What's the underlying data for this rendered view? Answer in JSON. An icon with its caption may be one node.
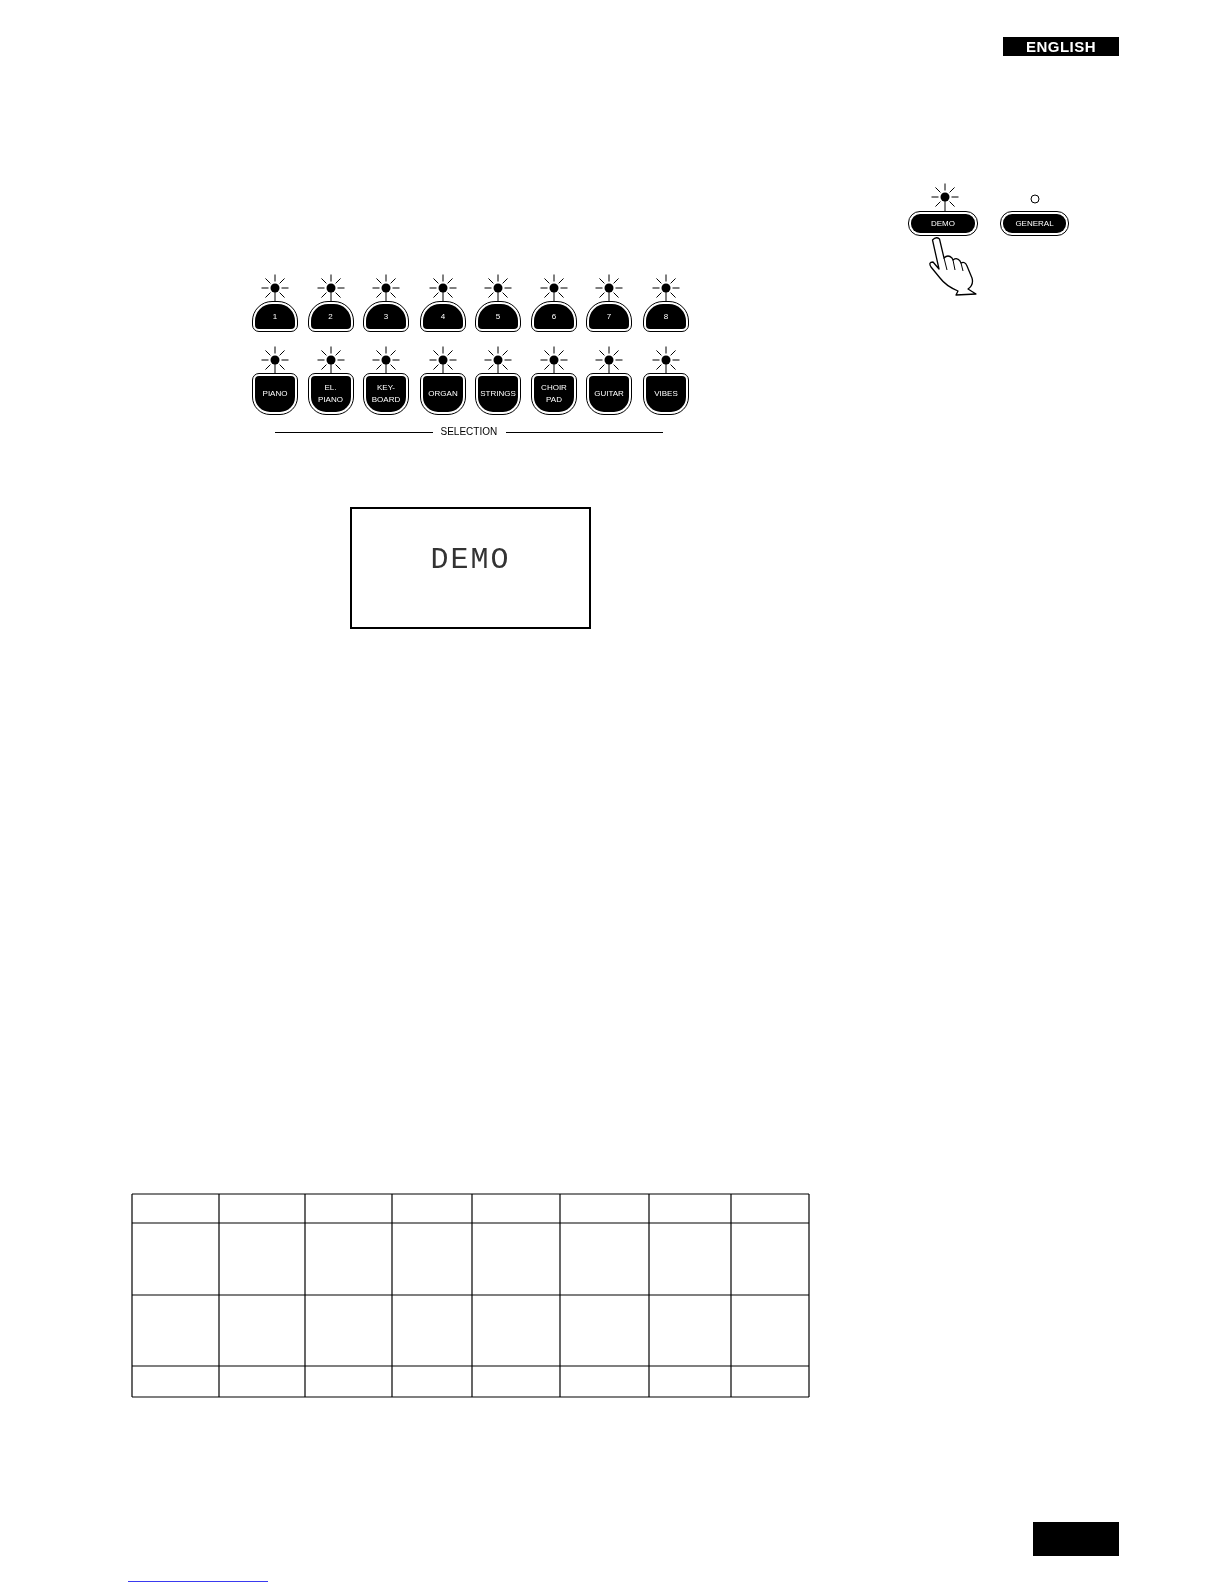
{
  "diagram": {
    "nodes": [
      {
        "text": [
          "ENGLISH"
        ]
      },
      {
        "text": [
          "DEMO"
        ]
      },
      {
        "text": [
          "GENERAL"
        ]
      },
      {
        "text": [
          "1"
        ]
      },
      {
        "text": [
          "2"
        ]
      },
      {
        "text": [
          "3"
        ]
      },
      {
        "text": [
          "4"
        ]
      },
      {
        "text": [
          "5"
        ]
      },
      {
        "text": [
          "6"
        ]
      },
      {
        "text": [
          "7"
        ]
      },
      {
        "text": [
          "8"
        ]
      },
      {
        "text": [
          "PIANO"
        ]
      },
      {
        "text": [
          "EL. PIANO"
        ]
      },
      {
        "text": [
          "KEY- BOARD"
        ]
      },
      {
        "text": [
          "ORGAN"
        ]
      },
      {
        "text": [
          "STRINGS"
        ]
      },
      {
        "text": [
          "CHOIR PAD"
        ]
      },
      {
        "text": [
          "GUITAR"
        ]
      },
      {
        "text": [
          "VIBES"
        ]
      },
      {
        "text": [
          "DEMO"
        ]
      },
      {
        "text": [],
        "shape": "box"
      }
    ],
    "labels": [
      "SELECTION"
    ]
  }
}
